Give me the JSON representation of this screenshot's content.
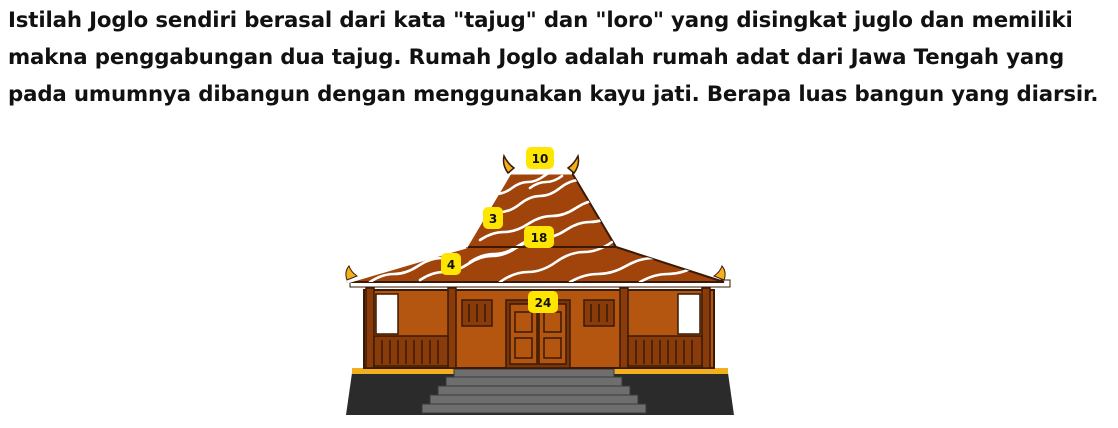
{
  "question": {
    "line1": "Istilah Joglo sendiri berasal dari kata \"tajug\" dan \"loro\" yang disingkat juglo dan memiliki",
    "line2": "makna penggabungan dua tajug. Rumah Joglo adalah rumah adat dari Jawa Tengah yang",
    "line3": "pada umumnya dibangun dengan menggunakan kayu jati. Berapa luas bangun yang diarsir."
  },
  "figure": {
    "labels": {
      "top": "10",
      "upper_side": "3",
      "middle": "18",
      "lower_side": "4",
      "bottom": "24"
    },
    "colors": {
      "roof": "#a0440c",
      "wall": "#b4560f",
      "wall_dark": "#7a3608",
      "label_bg": "#ffe600",
      "base": "#2b2b2b",
      "stairs": "#6e6e6e",
      "gold_trim": "#f2b01e"
    }
  }
}
